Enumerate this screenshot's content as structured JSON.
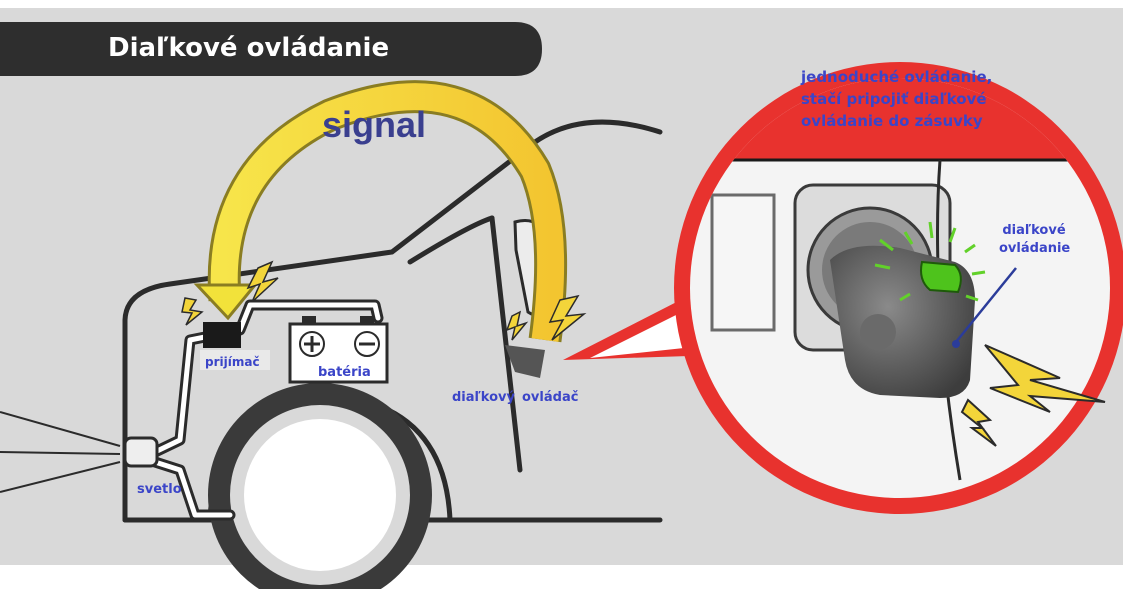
{
  "header": {
    "title": "Diaľkové ovládanie"
  },
  "diagram": {
    "signal_label": "signal",
    "receiver_label": "prijímač",
    "battery_label": "batéria",
    "remote_label_part1": "diaľkový",
    "remote_label_part2": "ovládač",
    "light_label": "svetlo"
  },
  "callout": {
    "text": "jednoduché ovládanie, stačí pripojiť diaľkové ovládanie do zásuvky",
    "remote_label": "diaľkové ovládanie"
  },
  "colors": {
    "background": "#d9d9d9",
    "title_bar": "#2e2e2e",
    "arrow_yellow": "#f2e23a",
    "callout_red": "#e8322e",
    "label_blue": "#3b45c8",
    "button_green": "#4ec31c"
  }
}
